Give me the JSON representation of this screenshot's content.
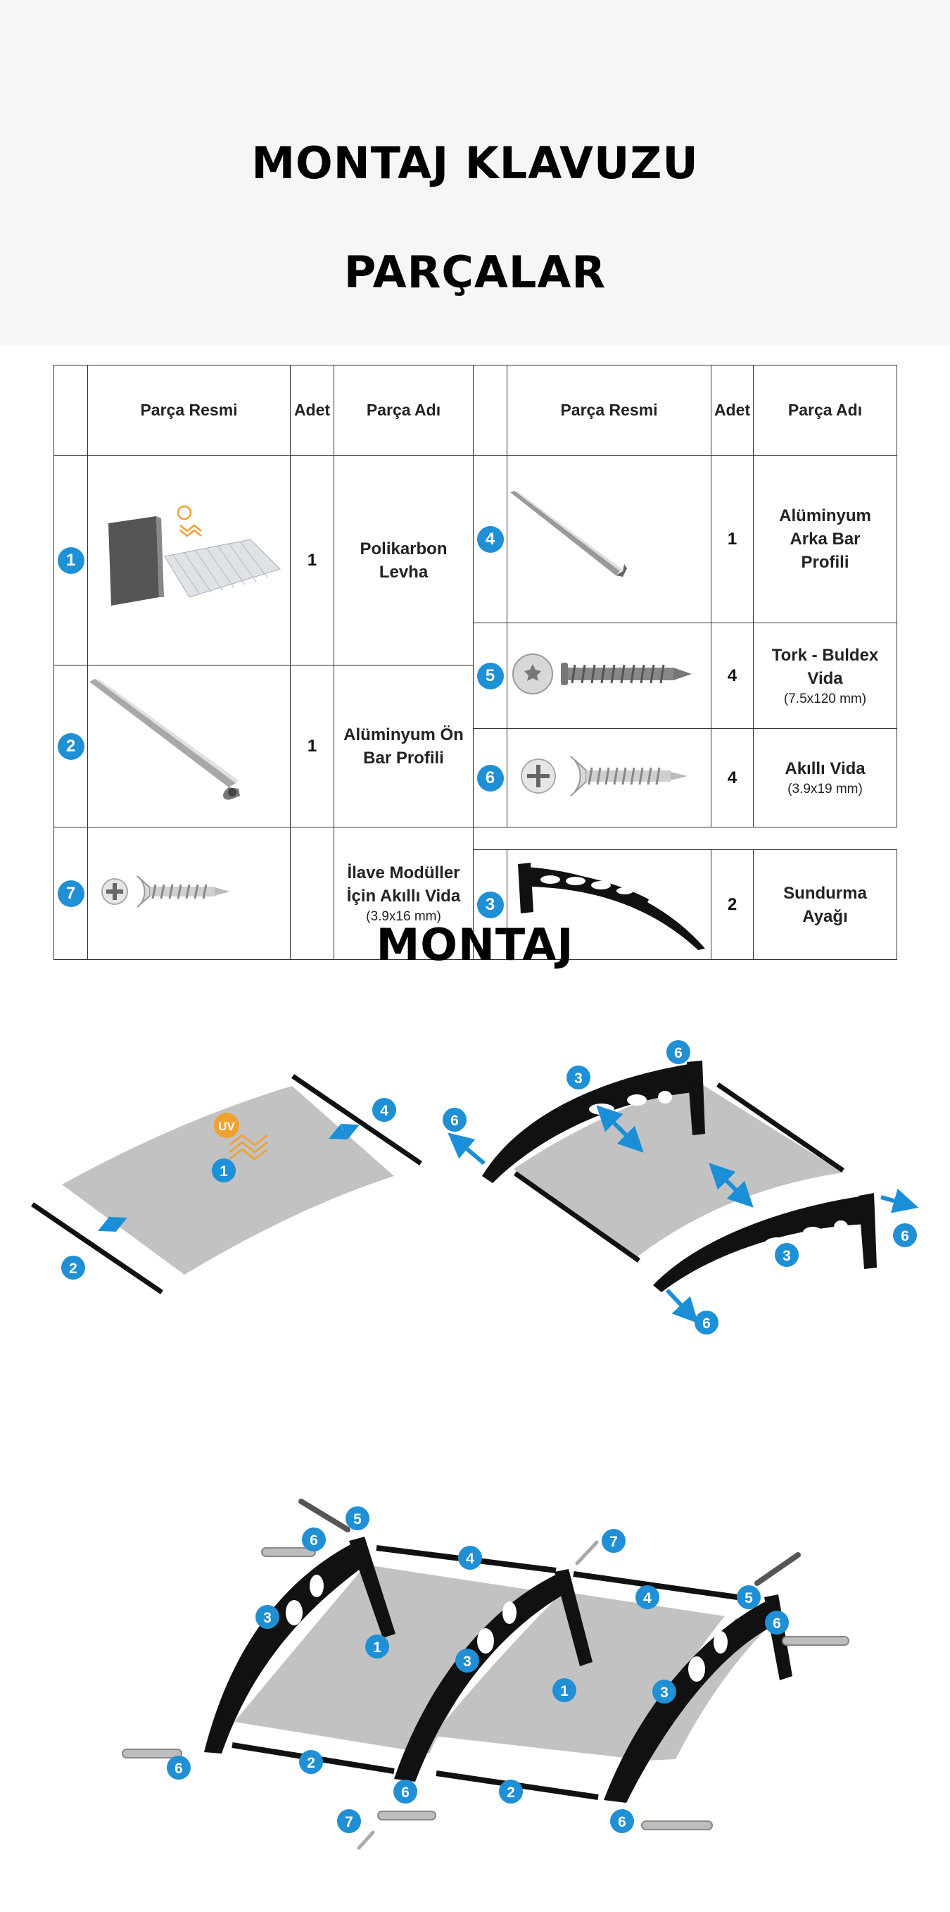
{
  "header": {
    "title": "MONTAJ KLAVUZU",
    "subtitle": "PARÇALAR"
  },
  "table": {
    "col_image": "Parça Resmi",
    "col_qty": "Adet",
    "col_name": "Parça Adı",
    "left": [
      {
        "num": "1",
        "qty": "1",
        "name": "Polikarbon Levha",
        "icon": "polycarbonate-sheet-icon"
      },
      {
        "num": "2",
        "qty": "1",
        "name": "Alüminyum Ön Bar Profili",
        "icon": "front-bar-profile-icon"
      },
      {
        "num": "3",
        "qty": "2",
        "name": "Sundurma Ayağı",
        "icon": "bracket-icon"
      }
    ],
    "right": [
      {
        "num": "4",
        "qty": "1",
        "name": "Alüminyum Arka Bar Profili",
        "size": "",
        "icon": "rear-bar-profile-icon"
      },
      {
        "num": "5",
        "qty": "4",
        "name": "Tork - Buldex Vida",
        "size": "(7.5x120 mm)",
        "icon": "torx-screw-icon"
      },
      {
        "num": "6",
        "qty": "4",
        "name": "Akıllı Vida",
        "size": "(3.9x19 mm)",
        "icon": "self-drilling-screw-icon"
      },
      {
        "num": "7",
        "qty": "",
        "name": "İlave Modüller İçin Akıllı Vida",
        "size": "(3.9x16 mm)",
        "icon": "small-screw-icon"
      }
    ]
  },
  "assembly": {
    "title": "MONTAJ",
    "uv_label": "UV"
  },
  "colors": {
    "badge": "#1f8fd6",
    "arrow": "#1a8fd8",
    "sheet": "#c2c2c2",
    "uv": "#f0a030"
  }
}
